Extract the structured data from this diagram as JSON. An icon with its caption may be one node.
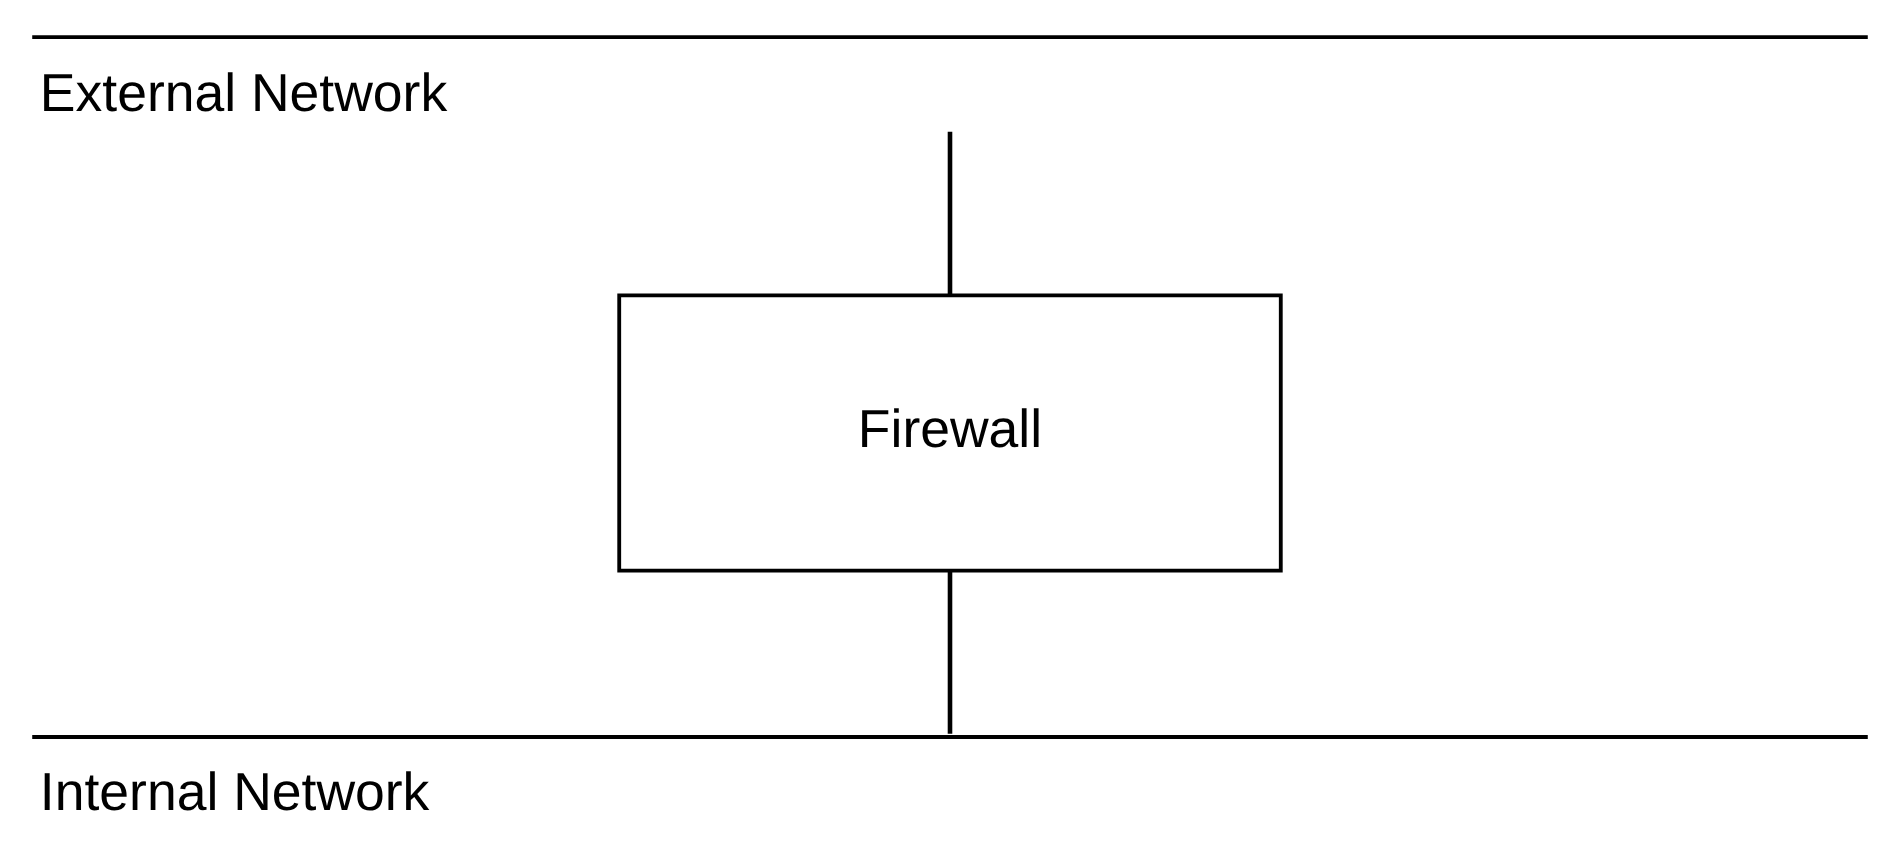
{
  "diagram": {
    "nodes": [
      {
        "text": [
          "External Network"
        ]
      },
      {
        "text": [
          "Firewall"
        ]
      },
      {
        "text": [
          "Internal Network"
        ]
      }
    ],
    "edges": [
      {
        "from": 0,
        "to": 1,
        "arrow": "none"
      },
      {
        "from": 1,
        "to": 2,
        "arrow": "none"
      }
    ]
  }
}
